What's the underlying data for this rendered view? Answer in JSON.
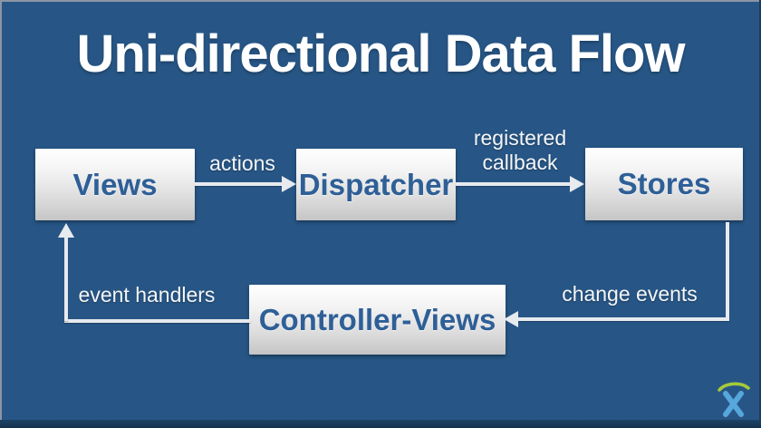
{
  "slide": {
    "title": "Uni-directional Data Flow",
    "background_color": "#275686",
    "box_text_color": "#2e5f97",
    "arrow_color": "#e7eaee"
  },
  "nodes": {
    "views": {
      "label": "Views"
    },
    "dispatcher": {
      "label": "Dispatcher"
    },
    "stores": {
      "label": "Stores"
    },
    "controller_views": {
      "label": "Controller-Views"
    }
  },
  "flows": {
    "actions": {
      "label": "actions"
    },
    "registered_callback": {
      "label": "registered callback"
    },
    "change_events": {
      "label": "change events"
    },
    "event_handlers": {
      "label": "event handlers"
    }
  },
  "logo": {
    "name": "atlassian-logo",
    "arc_color": "#a4c93b",
    "figure_color": "#56a7db"
  }
}
